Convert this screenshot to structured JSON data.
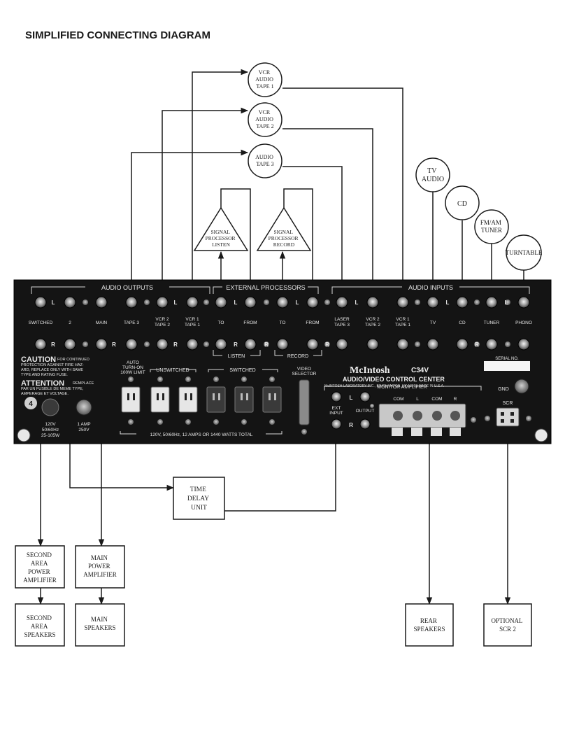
{
  "title": "SIMPLIFIED CONNECTING DIAGRAM",
  "sources": {
    "vcr1": [
      "VCR",
      "AUDIO",
      "TAPE 1"
    ],
    "vcr2": [
      "VCR",
      "AUDIO",
      "TAPE 2"
    ],
    "tape3": [
      "AUDIO",
      "TAPE 3"
    ],
    "tv": [
      "TV",
      "AUDIO"
    ],
    "cd": [
      "CD"
    ],
    "tuner": [
      "FM/AM",
      "TUNER"
    ],
    "turntable": [
      "TURNTABLE"
    ]
  },
  "processors": {
    "listen": [
      "SIGNAL",
      "PROCESSOR",
      "LISTEN"
    ],
    "record": [
      "SIGNAL",
      "PROCESSOR",
      "RECORD"
    ]
  },
  "panel": {
    "audio_outputs": "AUDIO OUTPUTS",
    "external_processors": "EXTERNAL PROCESSORS",
    "audio_inputs": "AUDIO INPUTS",
    "switched_label": "SWITCHED",
    "num2": "2",
    "main": "MAIN",
    "tape3": "TAPE 3",
    "vcr2": [
      "VCR 2",
      "TAPE 2"
    ],
    "vcr1": [
      "VCR 1",
      "TAPE 1"
    ],
    "to": "TO",
    "from": "FROM",
    "laser": [
      "LASER",
      "TAPE 3"
    ],
    "tv": "TV",
    "cd": "CD",
    "tuner": "TUNER",
    "phono": "PHONO",
    "L": "L",
    "R": "R",
    "listen": "LISTEN",
    "record": "RECORD",
    "brand": "McIntosh",
    "model": "C34V",
    "product": "AUDIO/VIDEO CONTROL CENTER",
    "maker": "McINTOSH LABORATORY INC., BINGHAMTON, NY 13903 MADE IN U.S.A.",
    "serial": "SERIAL NO.",
    "caution_head": "CAUTION",
    "caution_text": [
      "FOR CONTINUED",
      "PROTECTION AGAINST FIRE HAZ-",
      "ARD, REPLACE ONLY WITH SAME",
      "TYPE AND RATING FUSE."
    ],
    "attention_head": "ATTENTION",
    "attention_text": [
      "REMPLACE",
      "PAR UN FUSIBLE DE MEME TYPE,",
      "AMPERAGE ET VOLTAGE."
    ],
    "auto_turn_on": [
      "AUTO",
      "TURN-ON",
      "100W LIMIT"
    ],
    "unswitched": "UNSWITCHED",
    "switched": "SWITCHED",
    "video_selector": [
      "VIDEO",
      "SELECTOR"
    ],
    "monitor_amp": "MONITOR AMPLIFIER",
    "ext_input": [
      "EXT",
      "INPUT"
    ],
    "output": "OUTPUT",
    "com": "COM",
    "gnd": "GND",
    "scr": "SCR",
    "power": [
      "120V",
      "50/60Hz",
      "25-105W"
    ],
    "fuse": [
      "1 AMP",
      "250V"
    ],
    "ac_total": "120V, 50/60Hz, 12 AMPS OR 1440 WATTS TOTAL",
    "four": "4"
  },
  "boxes": {
    "time_delay": [
      "TIME",
      "DELAY",
      "UNIT"
    ],
    "second_amp": [
      "SECOND",
      "AREA",
      "POWER",
      "AMPLIFIER"
    ],
    "main_amp": [
      "MAIN",
      "POWER",
      "AMPLIFIER"
    ],
    "second_spk": [
      "SECOND",
      "AREA",
      "SPEAKERS"
    ],
    "main_spk": [
      "MAIN",
      "SPEAKERS"
    ],
    "rear_spk": [
      "REAR",
      "SPEAKERS"
    ],
    "optional_scr": [
      "OPTIONAL",
      "SCR 2"
    ]
  },
  "colors": {
    "ink": "#1a1a1a",
    "panel": "#141414",
    "panel_text": "#e8e8e8",
    "paper": "#ffffff"
  }
}
